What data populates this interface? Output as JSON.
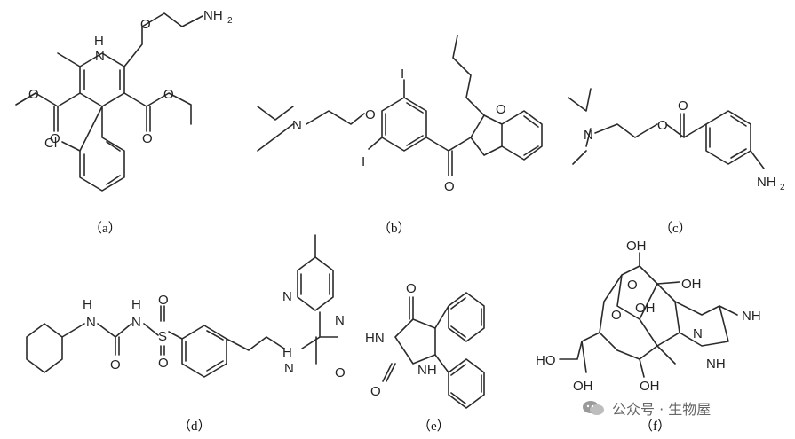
{
  "captions": [
    "（a）",
    "（b）",
    "（c）",
    "（d）",
    "（e）",
    "（f）"
  ],
  "atoms": {
    "a": {
      "nh_n": "N",
      "nh_h": "H",
      "nh2": "NH",
      "nh2_sub": "2",
      "cl": "Cl",
      "o": "O"
    },
    "b": {
      "n": "N",
      "o": "O",
      "i": "I"
    },
    "c": {
      "n": "N",
      "o": "O",
      "nh2": "NH",
      "nh2_sub": "2"
    },
    "d": {
      "h": "H",
      "n": "N",
      "s": "S",
      "o": "O"
    },
    "e": {
      "hn": "HN",
      "nh": "NH",
      "o": "O"
    },
    "f": {
      "oh": "OH",
      "ho": "HO",
      "nh": "NH",
      "n": "N",
      "o": "O"
    }
  },
  "watermark": {
    "text": "公众号 · 生物屋",
    "icon": "wechat-icon"
  }
}
